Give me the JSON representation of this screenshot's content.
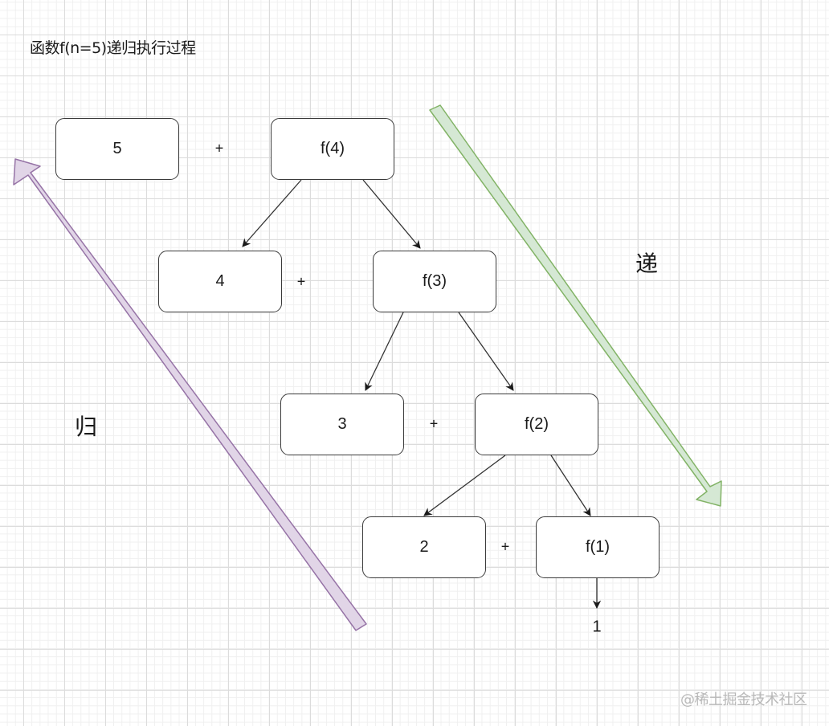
{
  "title": "函数f(n=5)递归执行过程",
  "colors": {
    "node_border": "#3a3a3a",
    "edge": "#333333",
    "recursion_arrow_fill": "#d5e8d4",
    "recursion_arrow_stroke": "#82b366",
    "return_arrow_fill": "#e1d5e7",
    "return_arrow_stroke": "#9673a6"
  },
  "rows": [
    {
      "value": "5",
      "plus": "+",
      "call": "f(4)"
    },
    {
      "value": "4",
      "plus": "+",
      "call": "f(3)"
    },
    {
      "value": "3",
      "plus": "+",
      "call": "f(2)"
    },
    {
      "value": "2",
      "plus": "+",
      "call": "f(1)"
    }
  ],
  "base_result": "1",
  "labels": {
    "recursion": "递",
    "return": "归"
  },
  "watermark": "@稀土掘金技术社区"
}
